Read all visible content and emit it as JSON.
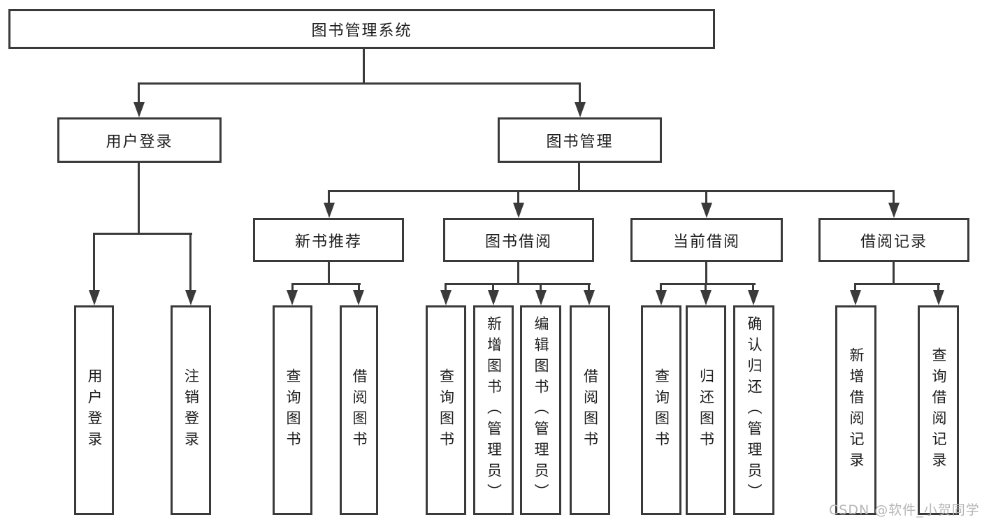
{
  "diagram_type": "hierarchy-tree",
  "tree": {
    "label": "图书管理系统",
    "children": [
      {
        "label": "用户登录",
        "children": [
          {
            "label": "用户登录"
          },
          {
            "label": "注销登录"
          }
        ]
      },
      {
        "label": "图书管理",
        "children": [
          {
            "label": "新书推荐",
            "children": [
              {
                "label": "查询图书"
              },
              {
                "label": "借阅图书"
              }
            ]
          },
          {
            "label": "图书借阅",
            "children": [
              {
                "label": "查询图书"
              },
              {
                "label": "新增图书（管理员）"
              },
              {
                "label": "编辑图书（管理员）"
              },
              {
                "label": "借阅图书"
              }
            ]
          },
          {
            "label": "当前借阅",
            "children": [
              {
                "label": "查询图书"
              },
              {
                "label": "归还图书"
              },
              {
                "label": "确认归还（管理员）"
              }
            ]
          },
          {
            "label": "借阅记录",
            "children": [
              {
                "label": "新增借阅记录"
              },
              {
                "label": "查询借阅记录"
              }
            ]
          }
        ]
      }
    ]
  },
  "watermark": {
    "text": "CSDN @软件_小贺同学"
  },
  "colors": {
    "line": "#3a3a3a",
    "box_border": "#3a3a3a",
    "text": "#1d1d1d",
    "background": "#ffffff",
    "watermark": "#b6b6b6"
  }
}
